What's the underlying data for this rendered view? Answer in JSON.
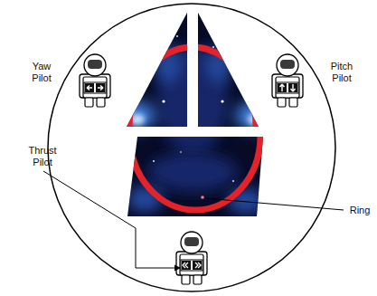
{
  "diagram": {
    "labels": [
      "Yaw Pilot",
      "Pitch Pilot",
      "Thrust Pilot",
      "Ring"
    ]
  }
}
